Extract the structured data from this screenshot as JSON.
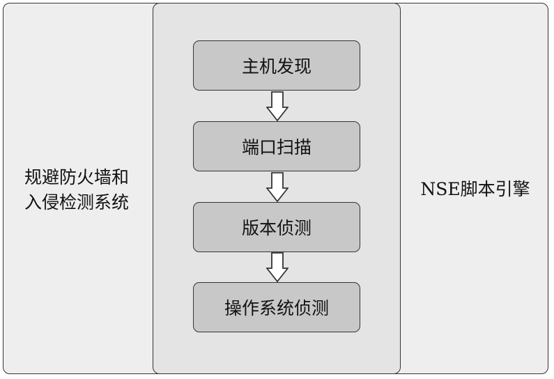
{
  "left_label": {
    "line1": "规避防火墙和",
    "line2": "入侵检测系统"
  },
  "right_label": "NSE脚本引擎",
  "steps": [
    {
      "label": "主机发现"
    },
    {
      "label": "端口扫描"
    },
    {
      "label": "版本侦测"
    },
    {
      "label": "操作系统侦测"
    }
  ],
  "colors": {
    "outer_fill": "#eeeeee",
    "center_fill": "#e4e4e4",
    "step_fill": "#c8c8c8",
    "arrow_fill": "#ffffff",
    "stroke": "#333333"
  }
}
